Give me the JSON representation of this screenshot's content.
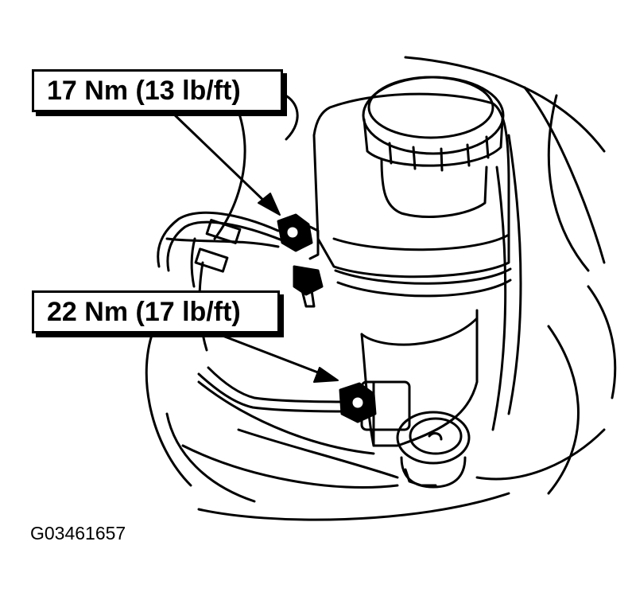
{
  "callouts": {
    "top": "17 Nm (13 lb/ft)",
    "bottom": "22 Nm (17 lb/ft)"
  },
  "figure_id": "G03461657",
  "colors": {
    "ink": "#000000",
    "paper": "#ffffff"
  }
}
